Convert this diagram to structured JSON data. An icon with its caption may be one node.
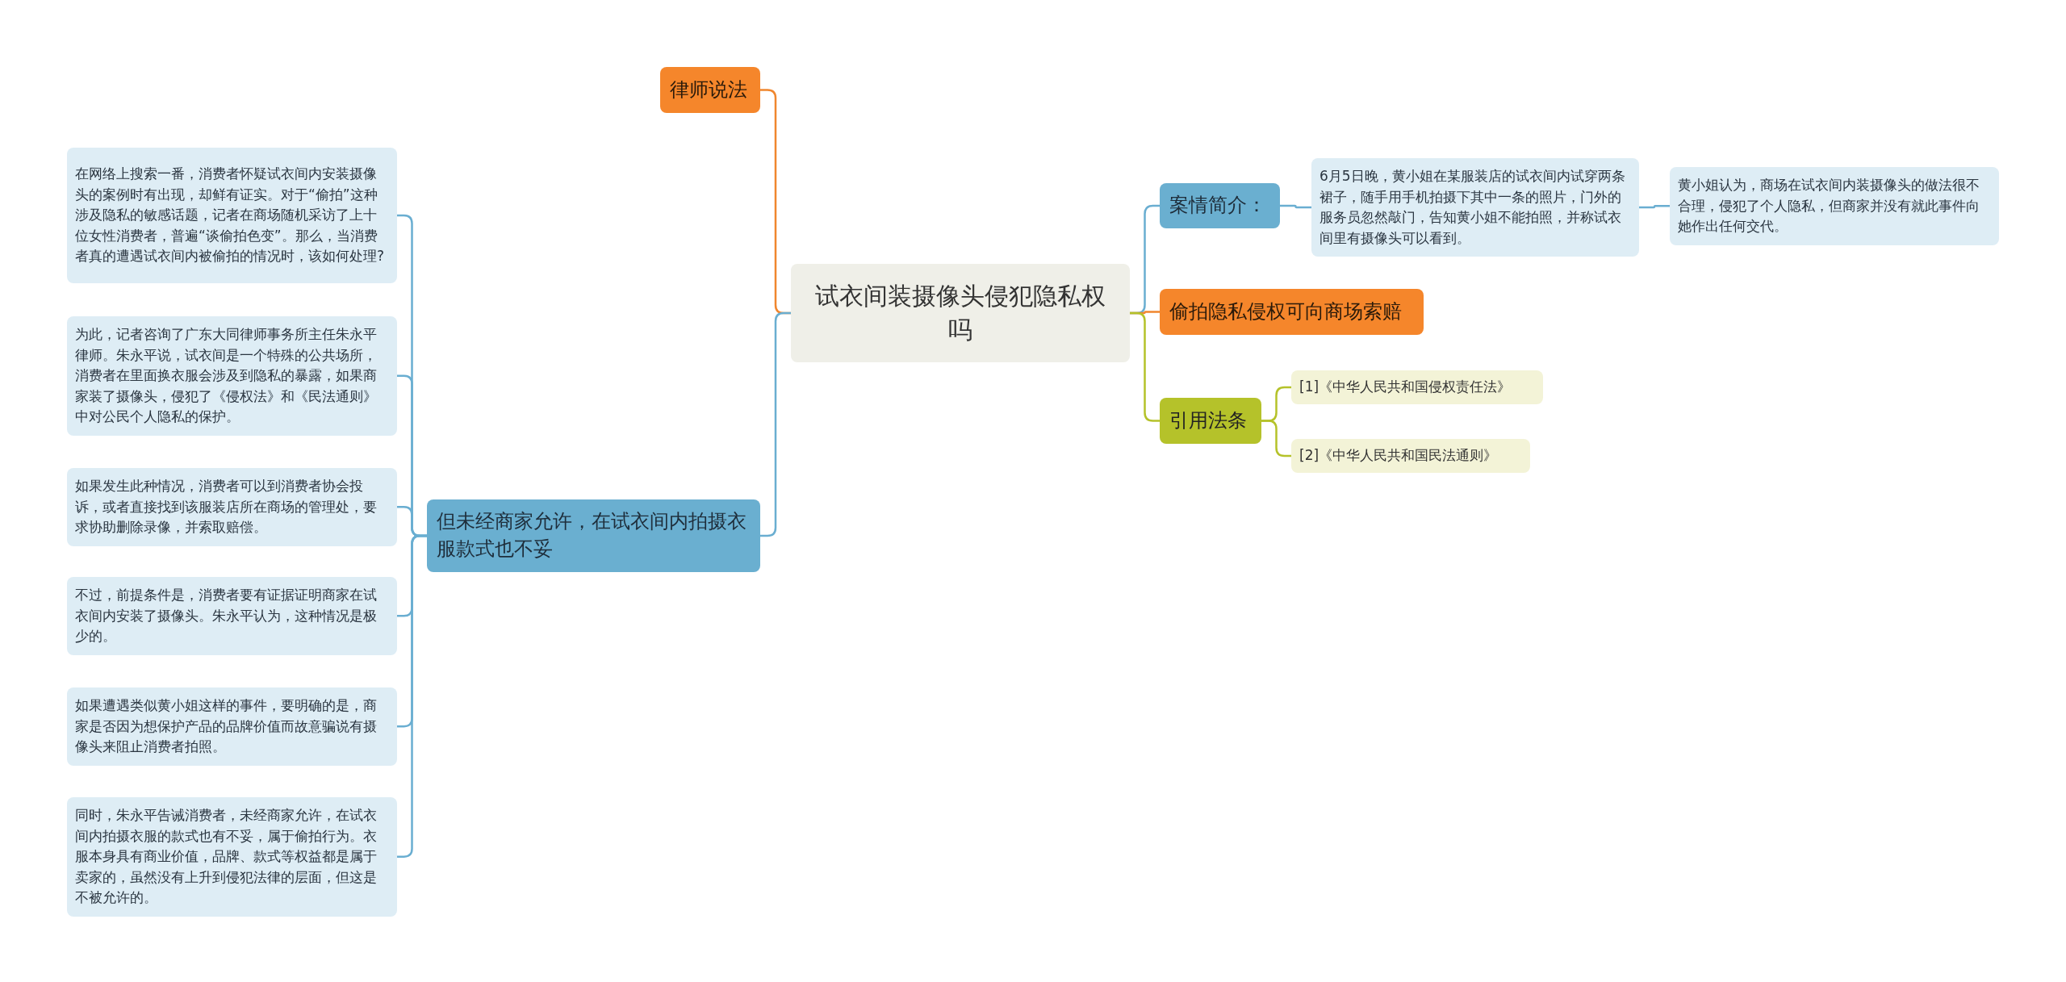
{
  "diagram": {
    "nodes": [
      {
        "text": [
          "试衣间装摄像头侵犯隐私权吗"
        ]
      },
      {
        "text": [
          "律师说法"
        ]
      },
      {
        "text": [
          "但未经商家允许，在试衣间内拍摄衣服款式也不妥"
        ]
      },
      {
        "text": [
          "在网络上搜索一番，消费者怀疑试衣间内安装摄像头的案例时有出现，却鲜有证实。对于“偷拍”这种涉及隐私的敏感话题，记者在商场随机采访了上十位女性消费者，普遍“谈偷拍色变”。那么，当消费者真的遭遇试衣间内被偷拍的情况时，该如何处理?"
        ]
      },
      {
        "text": [
          "为此，记者咨询了广东大同律师事务所主任朱永平律师。朱永平说，试衣间是一个特殊的公共场所，消费者在里面换衣服会涉及到隐私的暴露，如果商家装了摄像头，侵犯了《侵权法》和《民法通则》中对公民个人隐私的保护。"
        ]
      },
      {
        "text": [
          "如果发生此种情况，消费者可以到消费者协会投诉，或者直接找到该服装店所在商场的管理处，要求协助删除录像，并索取赔偿。"
        ]
      },
      {
        "text": [
          "不过，前提条件是，消费者要有证据证明商家在试衣间内安装了摄像头。朱永平认为，这种情况是极少的。"
        ]
      },
      {
        "text": [
          "如果遭遇类似黄小姐这样的事件，要明确的是，商家是否因为想保护产品的品牌价值而故意骗说有摄像头来阻止消费者拍照。"
        ]
      },
      {
        "text": [
          "同时，朱永平告诫消费者，未经商家允许，在试衣间内拍摄衣服的款式也有不妥，属于偷拍行为。衣服本身具有商业价值，品牌、款式等权益都是属于卖家的，虽然没有上升到侵犯法律的层面，但这是不被允许的。"
        ]
      },
      {
        "text": [
          "案情简介："
        ]
      },
      {
        "text": [
          "6月5日晚，黄小姐在某服装店的试衣间内试穿两条裙子，随手用手机拍摄下其中一条的照片，门外的服务员忽然敲门，告知黄小姐不能拍照，并称试衣间里有摄像头可以看到。"
        ]
      },
      {
        "text": [
          "黄小姐认为，商场在试衣间内装摄像头的做法很不合理，侵犯了个人隐私，但商家并没有就此事件向她作出任何交代。"
        ]
      },
      {
        "text": [
          "偷拍隐私侵权可向商场索赔"
        ]
      },
      {
        "text": [
          "引用法条"
        ]
      },
      {
        "text": [
          "[1]《中华人民共和国侵权责任法》"
        ]
      },
      {
        "text": [
          "[2]《中华人民共和国民法通则》"
        ]
      }
    ],
    "edges": [
      {
        "from": 0,
        "to": 1,
        "arrow": "none",
        "color": "#f0862e"
      },
      {
        "from": 0,
        "to": 2,
        "arrow": "none"
      },
      {
        "from": 2,
        "to": 3,
        "arrow": "none"
      },
      {
        "from": 2,
        "to": 4,
        "arrow": "none"
      },
      {
        "from": 2,
        "to": 5,
        "arrow": "none"
      },
      {
        "from": 2,
        "to": 6,
        "arrow": "none"
      },
      {
        "from": 2,
        "to": 7,
        "arrow": "none"
      },
      {
        "from": 2,
        "to": 8,
        "arrow": "none"
      },
      {
        "from": 0,
        "to": 9,
        "arrow": "none"
      },
      {
        "from": 9,
        "to": 10,
        "arrow": "none"
      },
      {
        "from": 10,
        "to": 11,
        "arrow": "none"
      },
      {
        "from": 0,
        "to": 12,
        "arrow": "none",
        "color": "#f0862e"
      },
      {
        "from": 0,
        "to": 13,
        "arrow": "none",
        "color": "#b5c22a"
      },
      {
        "from": 13,
        "to": 14,
        "arrow": "none",
        "color": "#b5c22a"
      },
      {
        "from": 13,
        "to": 15,
        "arrow": "none",
        "color": "#b5c22a"
      }
    ]
  }
}
